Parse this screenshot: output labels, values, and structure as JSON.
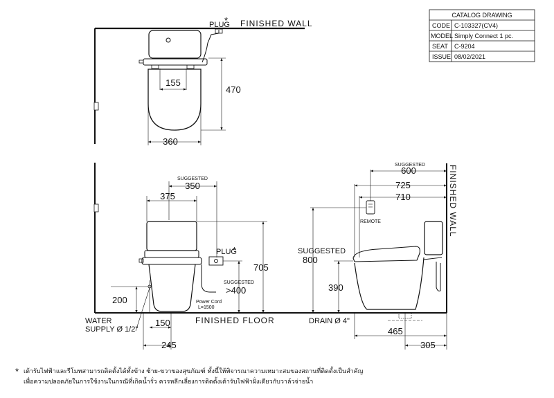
{
  "title_block": {
    "header": "CATALOG DRAWING",
    "rows": [
      {
        "key": "CODE",
        "value": "C-103327(CV4)"
      },
      {
        "key": "MODEL",
        "value": "Simply Connect 1 pc."
      },
      {
        "key": "SEAT",
        "value": "C-9204"
      },
      {
        "key": "ISSUE",
        "value": "08/02/2021"
      }
    ]
  },
  "top_view": {
    "wall_label": "FINISHED WALL",
    "plug_label": "PLUG",
    "plug_mark": "*",
    "dim_depth": "470",
    "dim_inner": "155",
    "dim_width": "360"
  },
  "front_view": {
    "suggested_label": "SUGGESTED",
    "dim_suggested_width": "350",
    "dim_width": "375",
    "plug_label": "PLUG",
    "plug_mark": "*",
    "suggested_outlet_label": "SUGGESTED",
    "dim_outlet_height": ">400",
    "power_cord_line1": "Power Cord",
    "power_cord_line2": "L=1500",
    "dim_height": "705",
    "dim_water_height": "200",
    "water_label_line1": "WATER",
    "water_label_line2": "SUPPLY Ø 1/2\"",
    "dim_water_offset": "150",
    "dim_water_side": "245",
    "floor_label": "FINISHED FLOOR"
  },
  "side_view": {
    "suggested_label_top": "SUGGESTED",
    "dim_600": "600",
    "dim_725": "725",
    "dim_710": "710",
    "remote_label": "REMOTE",
    "wall_label": "FINISHED WALL",
    "suggested_label_left": "SUGGESTED",
    "dim_800": "800",
    "dim_390": "390",
    "drain_label": "DRAIN Ø 4\"",
    "dim_465": "465",
    "dim_305": "305"
  },
  "footnote": {
    "mark": "*",
    "line1": "เต้ารับไฟฟ้าและรีโมทสามารถติดตั้งได้ทั้งข้าง ซ้าย-ขวาของสุขภัณฑ์ ทั้งนี้ให้พิจารณาความเหมาะสมของสถานที่ติดตั้งเป็นสำคัญ",
    "line2": "เพื่อความปลอดภัยในการใช้งานในกรณีที่เกิดน้ำรั่ว ควรหลีกเลี่ยงการติดตั้งเต้ารับไฟฟ้าฝั่งเดียวกับวาล์วจ่ายน้ำ"
  }
}
